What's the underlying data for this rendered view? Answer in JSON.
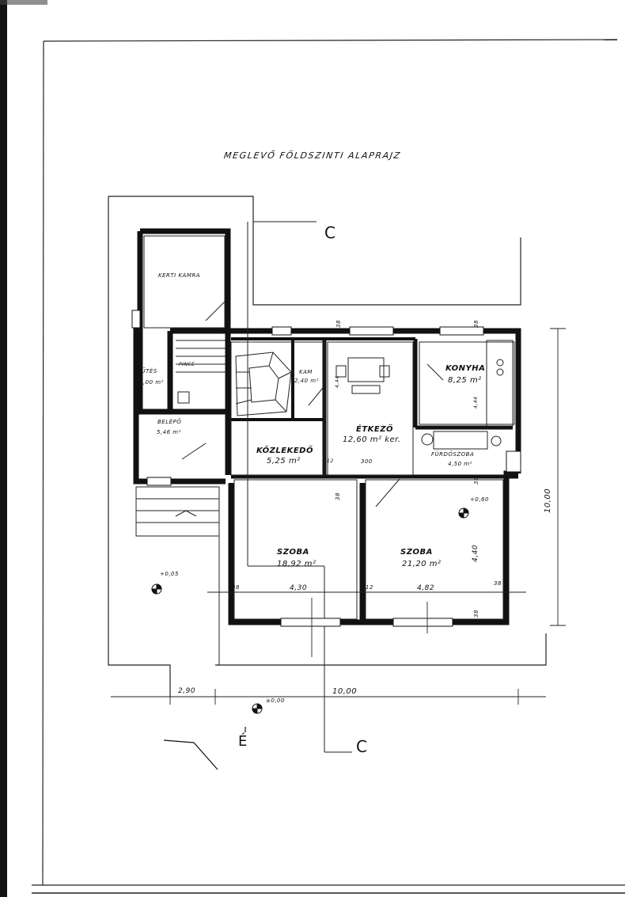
{
  "title": "MEGLEVŐ FÖLDSZINTI ALAPRAJZ",
  "section_label": "C",
  "rooms": {
    "kerti_kamra": "KERTI KAMRA",
    "futes": "FŰTÉS",
    "futes_area": "4,00 m²",
    "pince": "PINCE",
    "belepo": "BELÉPŐ",
    "belepo_area": "5,46 m²",
    "kam": "KAM",
    "kam_area": "2,40 m²",
    "konyha": "KONYHA",
    "konyha_area": "8,25 m²",
    "etkezo": "ÉTKEZŐ",
    "etkezo_area": "12,60 m² ker.",
    "kozlekedo": "KÖZLEKEDŐ",
    "kozlekedo_area": "5,25 m²",
    "furdoszoba": "FÜRDŐSZOBA",
    "furdoszoba_area": "4,50 m²",
    "szoba1": "SZOBA",
    "szoba1_area": "18,92 m²",
    "szoba2": "SZOBA",
    "szoba2_area": "21,20 m²"
  },
  "levels": {
    "l1": "+0,60",
    "l2": "+0,05",
    "l3": "±0,00"
  },
  "dims": {
    "d38a": "38",
    "d38b": "38",
    "d38c": "38",
    "d38d": "38",
    "d38e": "38",
    "d38f": "38",
    "d38g": "38",
    "d12a": "12",
    "d12b": "12",
    "d300": "300",
    "d430": "4,30",
    "d482": "4,82",
    "d440": "4,40",
    "d444a": "4,44",
    "d444b": "4,44",
    "d290": "2,90",
    "d1000h": "10,00",
    "d1000v": "10,00"
  },
  "north_mark": "É"
}
